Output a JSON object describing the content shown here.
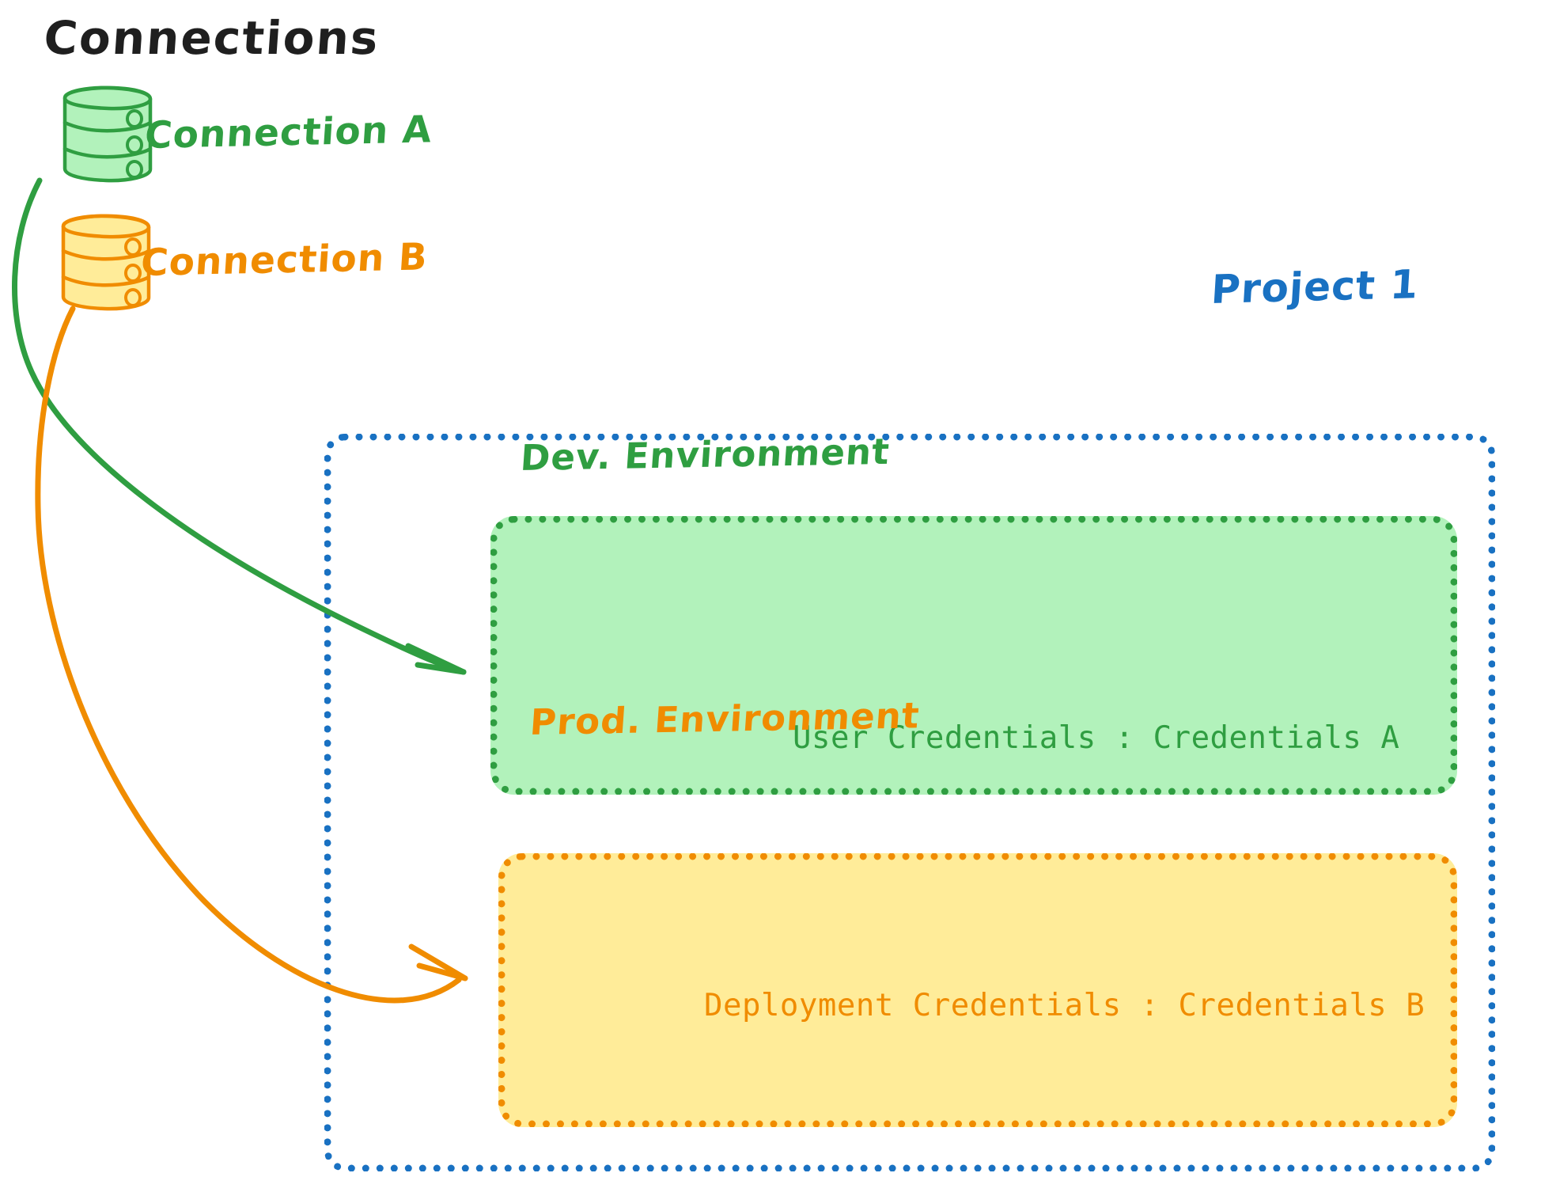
{
  "diagram": {
    "title": "Connections",
    "background_color": "#ffffff",
    "colors": {
      "green": "#2f9e41",
      "green_fill": "#b2f2bb",
      "orange": "#f08c00",
      "orange_fill": "#ffec99",
      "blue": "#1971c2",
      "text_dark": "#1f1f1f"
    }
  },
  "connections": {
    "heading": "Connections",
    "items": [
      {
        "label": "Connection A",
        "icon": "database-cylinder-icon",
        "color": "#2f9e41",
        "fill": "#b2f2bb"
      },
      {
        "label": "Connection B",
        "icon": "database-cylinder-icon",
        "color": "#f08c00",
        "fill": "#ffec99"
      }
    ]
  },
  "project": {
    "label": "Project 1",
    "color": "#1971c2",
    "environments": [
      {
        "name": "Dev. Environment",
        "credential_label": "User Credentials",
        "credential_separator": ":",
        "credential_value": "Credentials A",
        "credential_line": "User Credentials : Credentials A",
        "color": "#2f9e41",
        "fill": "#b2f2bb"
      },
      {
        "name": "Prod. Environment",
        "credential_label": "Deployment Credentials",
        "credential_separator": ":",
        "credential_value": "Credentials B",
        "credential_line": "Deployment Credentials : Credentials B",
        "color": "#f08c00",
        "fill": "#ffec99"
      }
    ]
  },
  "arrows": [
    {
      "name": "connection-a-to-dev-environment",
      "from": "Connection A",
      "to": "Dev. Environment",
      "color": "#2f9e41"
    },
    {
      "name": "connection-b-to-prod-environment",
      "from": "Connection B",
      "to": "Prod. Environment",
      "color": "#f08c00"
    }
  ]
}
